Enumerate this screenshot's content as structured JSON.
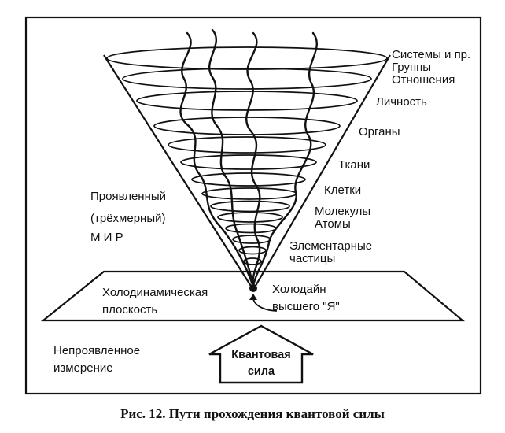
{
  "levels": [
    "Системы и пр.",
    "Группы",
    "Отношения",
    "Личность",
    "Органы",
    "Ткани",
    "Клетки",
    "Молекулы",
    "Атомы",
    "Элементарные",
    "частицы"
  ],
  "manifest_world": [
    "Проявленный",
    "(трёхмерный)",
    "М И Р"
  ],
  "plane": [
    "Холодинамическая",
    "плоскость"
  ],
  "holodyne": [
    "Холодайн",
    "высшего \"Я\""
  ],
  "unmanifest": [
    "Непроявленное",
    "измерение"
  ],
  "quantum_force": [
    "Квантовая",
    "сила"
  ],
  "caption": "Рис. 12. Пути прохождения квантовой силы"
}
